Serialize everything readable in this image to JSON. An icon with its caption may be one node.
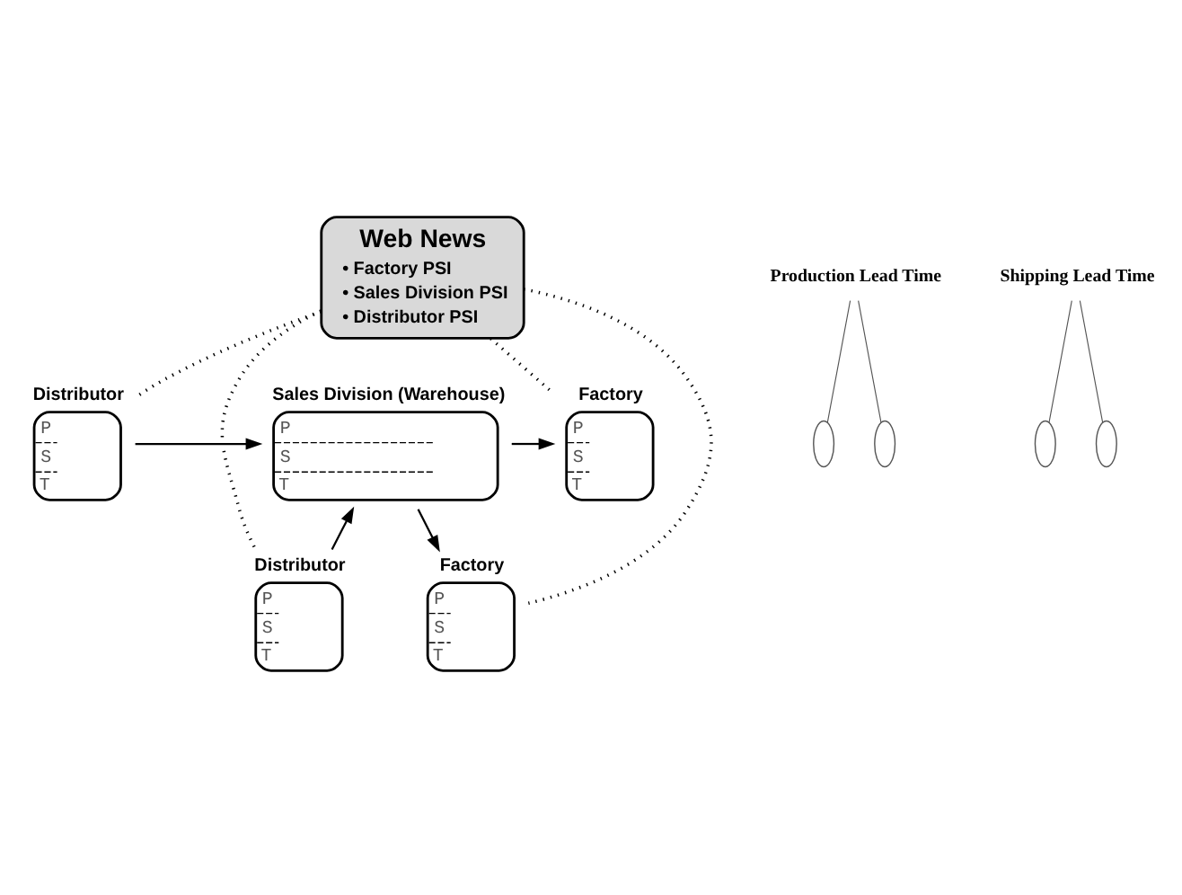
{
  "diagram": {
    "nodes": [
      {
        "text": [
          "Web News",
          "• Factory PSI",
          "• Sales Division PSI",
          "• Distributor PSI"
        ]
      },
      {
        "text": [
          "Factory",
          "P",
          "S",
          "T"
        ]
      },
      {
        "text": [
          "Sales Division (Warehouse)",
          "P",
          "S",
          "T"
        ]
      },
      {
        "text": [
          "Distributor",
          "P",
          "S",
          "T"
        ]
      },
      {
        "text": [
          "Factory",
          "P",
          "S",
          "T"
        ]
      },
      {
        "text": [
          "Distributor",
          "P",
          "S",
          "T"
        ]
      },
      {
        "text": [],
        "shape": "ellipse"
      },
      {
        "text": [],
        "shape": "ellipse"
      },
      {
        "text": [],
        "shape": "ellipse"
      },
      {
        "text": [],
        "shape": "ellipse"
      },
      {
        "text": [
          "Production Lead Time"
        ]
      },
      {
        "text": [
          "Shipping Lead Time"
        ]
      }
    ],
    "edges": [
      {
        "from": 0,
        "to": 1,
        "arrow": "none",
        "style": "dashed"
      },
      {
        "from": 0,
        "to": 4,
        "arrow": "none",
        "style": "dashed"
      },
      {
        "from": 0,
        "to": 5,
        "arrow": "none",
        "style": "dashed"
      },
      {
        "from": 0,
        "to": 3,
        "arrow": "none",
        "style": "dashed"
      },
      {
        "from": 2,
        "to": 1,
        "arrow": "to"
      },
      {
        "from": 2,
        "to": 4,
        "arrow": "to"
      },
      {
        "from": 3,
        "to": 2,
        "arrow": "to"
      },
      {
        "from": 5,
        "to": 2,
        "arrow": "to"
      },
      {
        "from": 10,
        "to": 6,
        "arrow": "none"
      },
      {
        "from": 10,
        "to": 7,
        "arrow": "none"
      },
      {
        "from": 11,
        "to": 8,
        "arrow": "none"
      },
      {
        "from": 11,
        "to": 9,
        "arrow": "none"
      }
    ]
  }
}
